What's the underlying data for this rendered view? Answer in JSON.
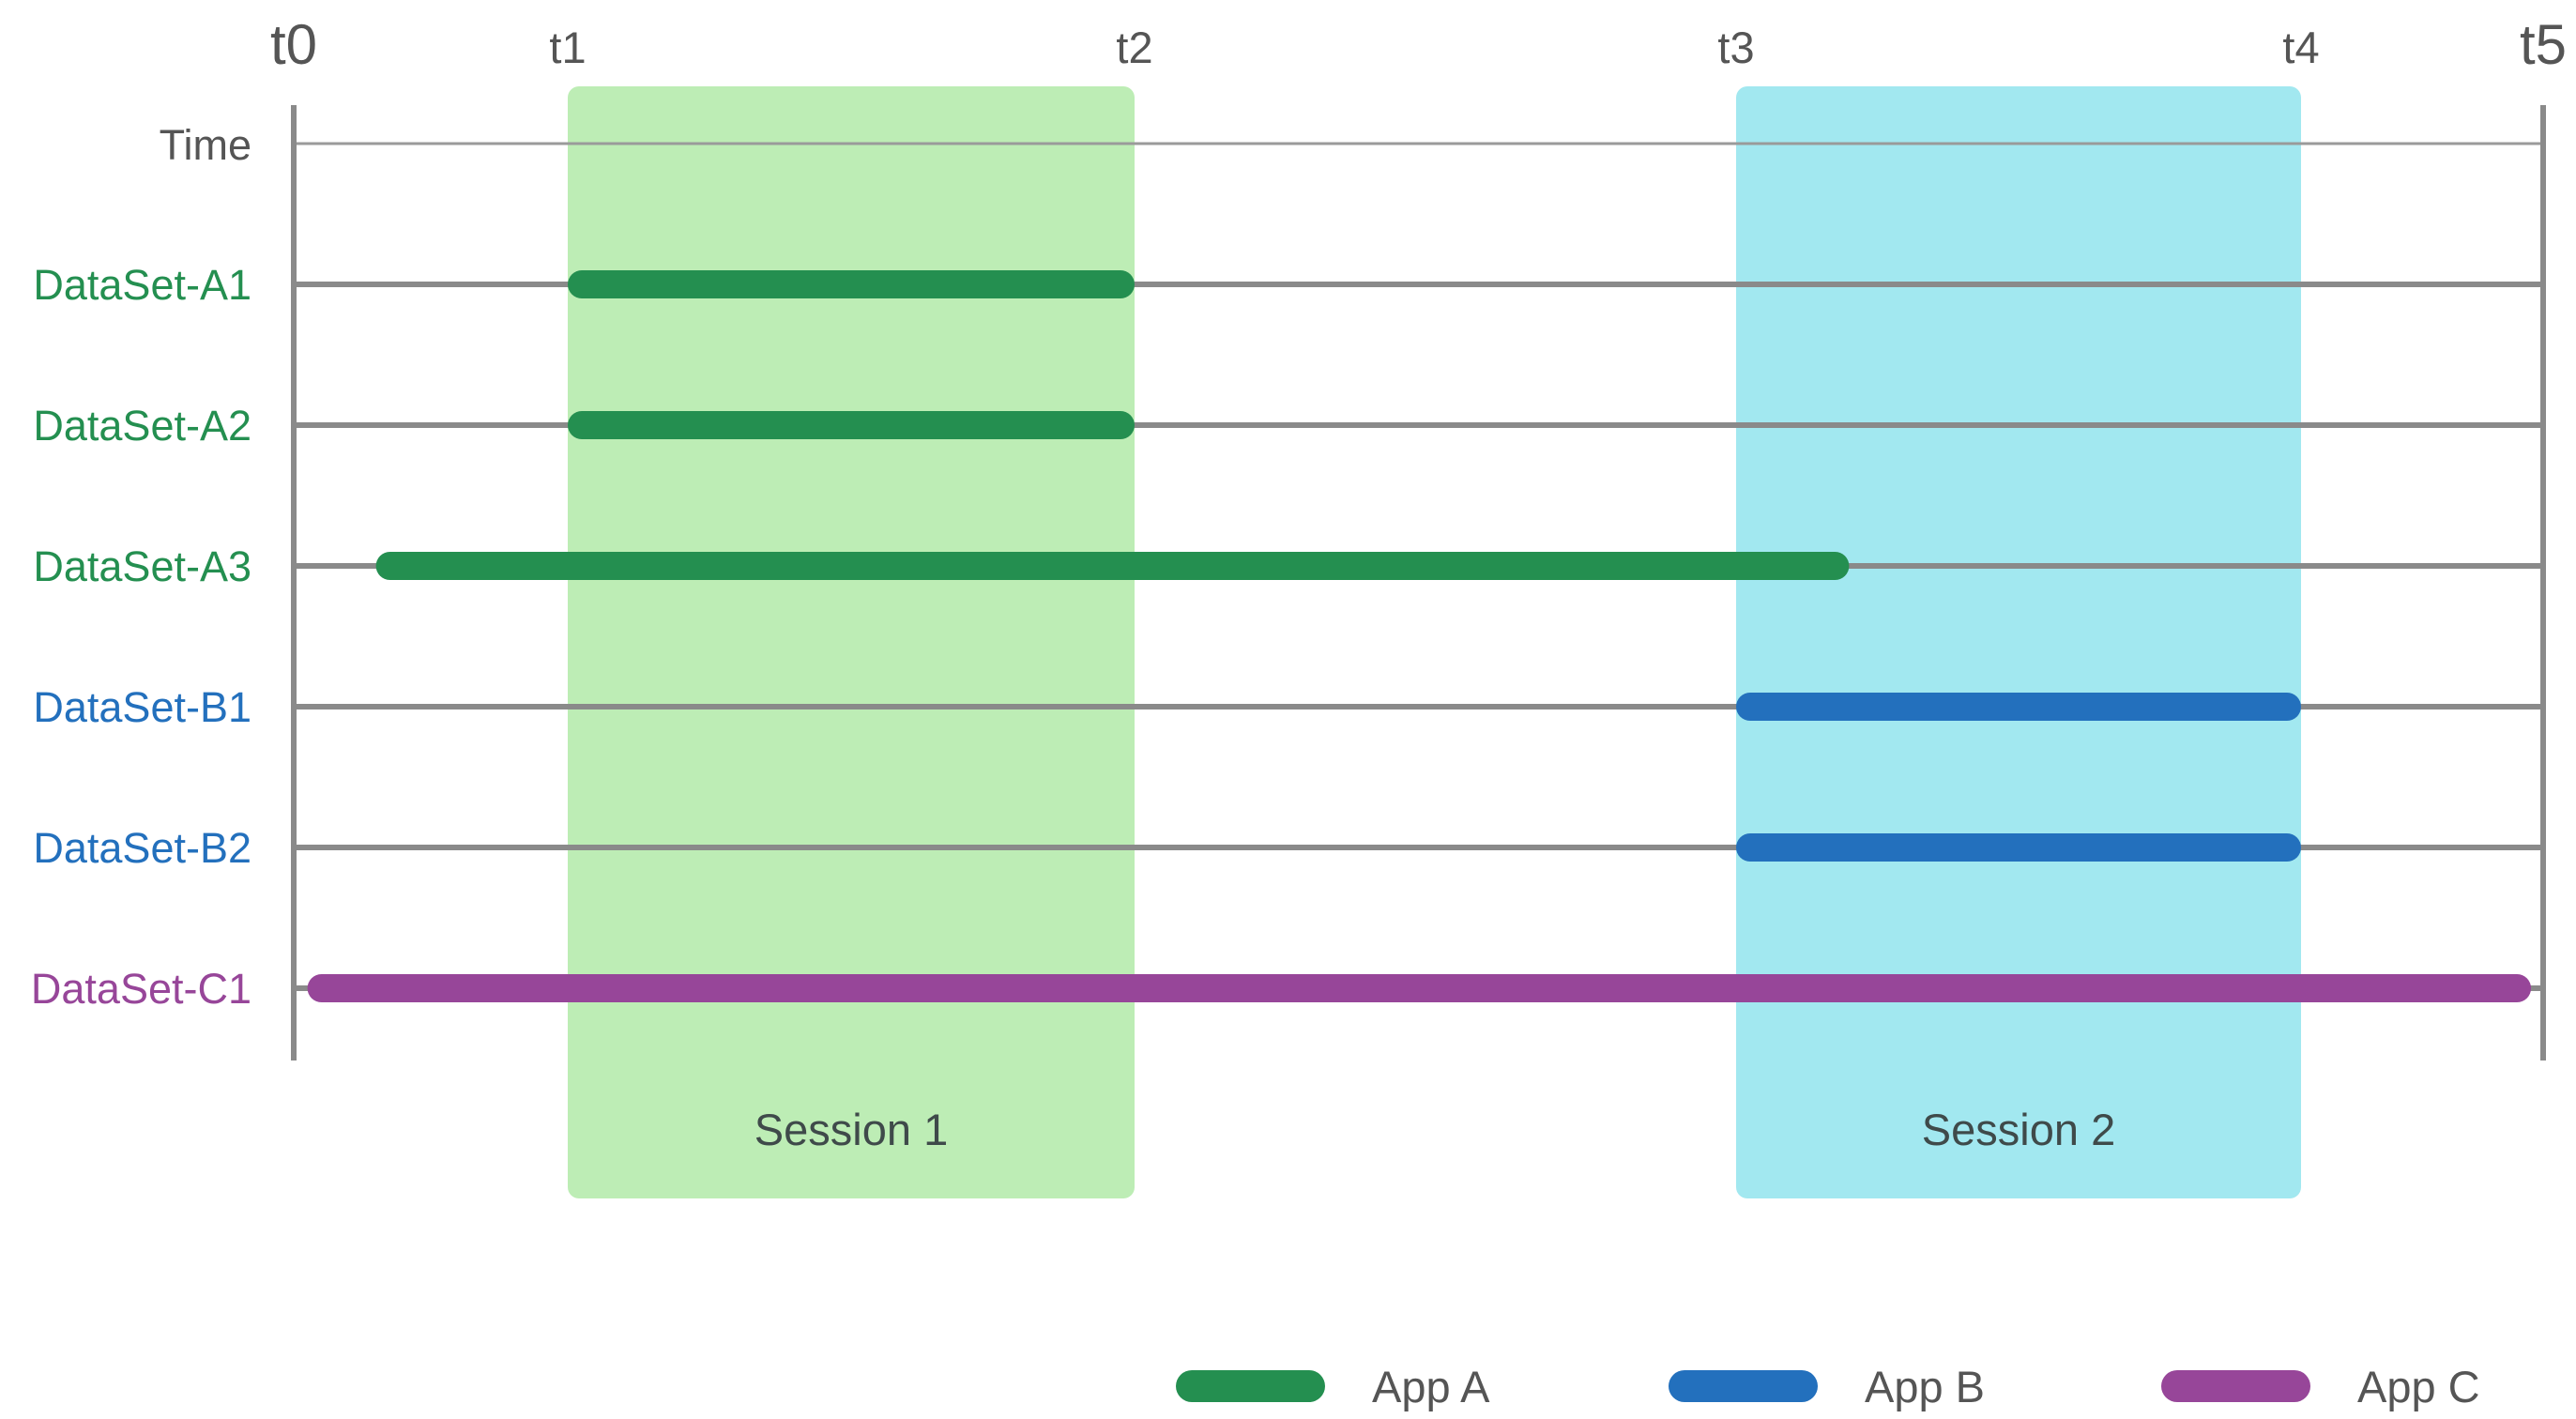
{
  "ticks": [
    {
      "label": "t0",
      "major": true
    },
    {
      "label": "t1",
      "major": false
    },
    {
      "label": "t2",
      "major": false
    },
    {
      "label": "t3",
      "major": false
    },
    {
      "label": "t4",
      "major": false
    },
    {
      "label": "t5",
      "major": true
    }
  ],
  "time_row_label": "Time",
  "rows": [
    {
      "label": "DataSet-A1",
      "app": "A",
      "start": 1.0,
      "end": 2.0
    },
    {
      "label": "DataSet-A2",
      "app": "A",
      "start": 1.0,
      "end": 2.0
    },
    {
      "label": "DataSet-A3",
      "app": "A",
      "start": 0.3,
      "end": 3.2
    },
    {
      "label": "DataSet-B1",
      "app": "B",
      "start": 3.0,
      "end": 4.0
    },
    {
      "label": "DataSet-B2",
      "app": "B",
      "start": 3.0,
      "end": 4.0
    },
    {
      "label": "DataSet-C1",
      "app": "C",
      "start": 0.05,
      "end": 4.95
    }
  ],
  "sessions": [
    {
      "label": "Session 1",
      "start": 1.0,
      "end": 2.0,
      "color": "#bdedb5"
    },
    {
      "label": "Session 2",
      "start": 3.0,
      "end": 4.0,
      "color": "#a2e8f0"
    }
  ],
  "apps": [
    {
      "key": "A",
      "label": "App A",
      "color": "#248f50",
      "text_color": "#248f50"
    },
    {
      "key": "B",
      "label": "App B",
      "color": "#2370bd",
      "text_color": "#2370bd"
    },
    {
      "key": "C",
      "label": "App C",
      "color": "#974699",
      "text_color": "#974699"
    }
  ],
  "colors": {
    "axis": "#8a8a8a",
    "time_line": "#9a9a9a",
    "tick_text": "#555555"
  }
}
